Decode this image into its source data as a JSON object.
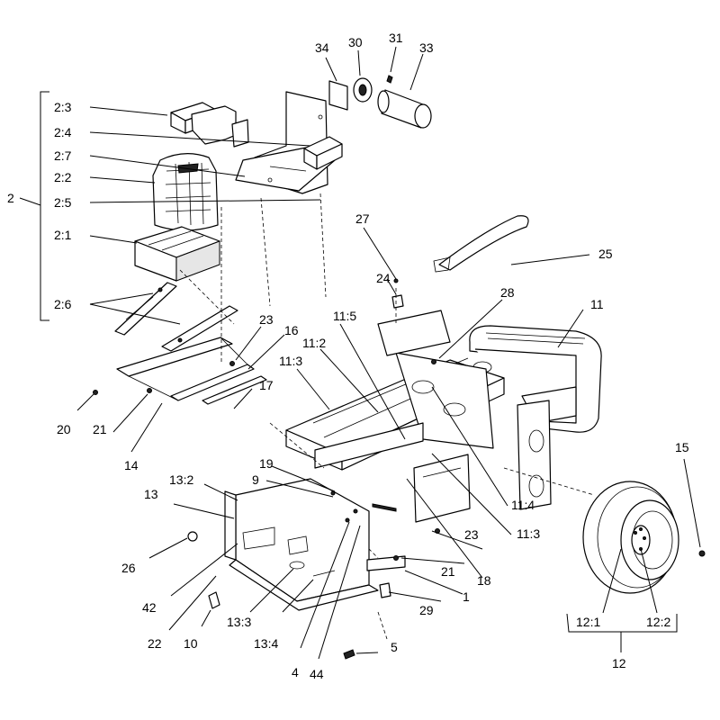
{
  "callouts": {
    "c2": "2",
    "c2_1": "2:1",
    "c2_2": "2:2",
    "c2_3": "2:3",
    "c2_4": "2:4",
    "c2_5": "2:5",
    "c2_6": "2:6",
    "c2_7": "2:7",
    "c34": "34",
    "c30": "30",
    "c31": "31",
    "c33": "33",
    "c27": "27",
    "c25": "25",
    "c24": "24",
    "c28": "28",
    "c11": "11",
    "c11_5": "11:5",
    "c11_2": "11:2",
    "c11_3a": "11:3",
    "c11_3b": "11:3",
    "c11_4": "11:4",
    "c23a": "23",
    "c23b": "23",
    "c16": "16",
    "c17": "17",
    "c20": "20",
    "c21a": "21",
    "c21b": "21",
    "c14": "14",
    "c19": "19",
    "c9": "9",
    "c13_2": "13:2",
    "c13": "13",
    "c13_3": "13:3",
    "c13_4": "13:4",
    "c26": "26",
    "c42": "42",
    "c22": "22",
    "c10": "10",
    "c4": "4",
    "c44": "44",
    "c5": "5",
    "c29": "29",
    "c1": "1",
    "c18": "18",
    "c15": "15",
    "c12_1": "12:1",
    "c12_2": "12:2",
    "c12": "12"
  }
}
